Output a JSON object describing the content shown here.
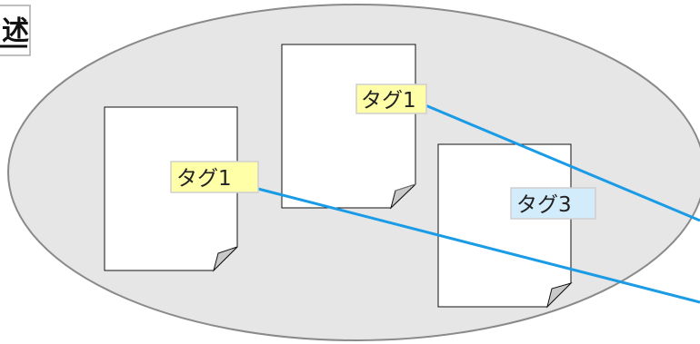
{
  "title": "述",
  "documents": [
    {
      "tag": "タグ1"
    },
    {
      "tag": "タグ1"
    },
    {
      "tag": "タグ3"
    }
  ],
  "colors": {
    "group_fill": "#e6e6e6",
    "group_stroke": "#8a8a8a",
    "tag1_fill": "#ffffa8",
    "tag3_fill": "#d2ecfb",
    "link_line": "#1a9be6"
  }
}
